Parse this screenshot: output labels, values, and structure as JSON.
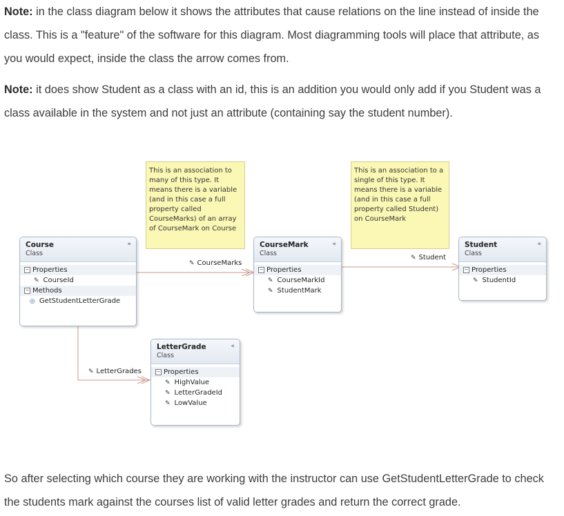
{
  "paragraphs": {
    "p1_label": "Note:",
    "p1_text": " in the class diagram below it shows the attributes that cause relations on the line instead of inside the class. This is a \"feature\" of the software for this diagram. Most diagramming tools will place that attribute, as you would expect, inside the class the arrow comes from.",
    "p2_label": "Note:",
    "p2_text": " it does show Student as a class with an id, this is an addition you would only add if you Student was a class available in the system and not just an attribute (containing say the student number).",
    "p3_text": "So after selecting which course they are working with the instructor can use GetStudentLetterGrade to check the students mark against the courses list of valid letter grades and return the correct grade."
  },
  "notes": {
    "many": "This is an association to many of this type. It means there is a variable (and in this case a full property called CourseMarks) of an array of CourseMark on Course",
    "single": "This is an association to a single of this type. It means there is a variable (and in this case a full property called Student) on CourseMark"
  },
  "classes": {
    "course": {
      "name": "Course",
      "stereotype": "Class",
      "properties_label": "Properties",
      "prop1": "CourseId",
      "methods_label": "Methods",
      "method1": "GetStudentLetterGrade"
    },
    "coursemark": {
      "name": "CourseMark",
      "stereotype": "Class",
      "properties_label": "Properties",
      "prop1": "CourseMarkId",
      "prop2": "StudentMark"
    },
    "student": {
      "name": "Student",
      "stereotype": "Class",
      "properties_label": "Properties",
      "prop1": "StudentId"
    },
    "lettergrade": {
      "name": "LetterGrade",
      "stereotype": "Class",
      "properties_label": "Properties",
      "prop1": "HighValue",
      "prop2": "LetterGradeId",
      "prop3": "LowValue"
    }
  },
  "associations": {
    "coursemarks": "CourseMarks",
    "student": "Student",
    "lettergrades": "LetterGrades"
  },
  "glyphs": {
    "collapse": "«",
    "wrench": "✎",
    "minus": "−",
    "method": "◎"
  },
  "colors": {
    "note_bg": "#fbf7b4",
    "line": "#c99a8a",
    "class_border": "#a9b6c8"
  }
}
